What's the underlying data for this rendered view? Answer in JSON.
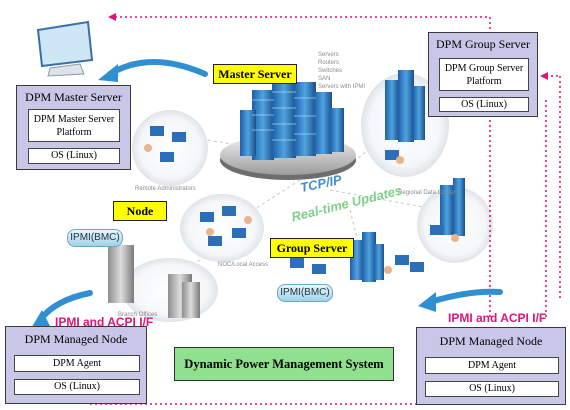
{
  "labels": {
    "master_server": "Master Server",
    "node": "Node",
    "group_server": "Group Server",
    "tcp_ip": "TCP/IP",
    "realtime": "Real-time Updates",
    "ipmi_bmc_left": "IPMI(BMC)",
    "ipmi_bmc_right": "IPMI(BMC)",
    "ipmi_acpi_left": "IPMI and ACPI I/F",
    "ipmi_acpi_right": "IPMI and ACPI I/F",
    "small_servers": "Servers",
    "small_routers": "Routers",
    "small_switches": "Switches",
    "small_san": "SAN",
    "small_ipmi": "Servers with IPMI",
    "remote_admins": "Remote Administrators",
    "regional_dc": "Regional Data Centers",
    "noc": "NOC/Local Access",
    "branch": "Branch Offices"
  },
  "master_panel": {
    "title": "DPM Master Server",
    "platform": "DPM Master Server Platform",
    "os": "OS (Linux)"
  },
  "group_panel": {
    "title": "DPM Group Server",
    "platform": "DPM Group Server Platform",
    "os": "OS (Linux)"
  },
  "managed_left": {
    "title": "DPM Managed Node",
    "agent": "DPM Agent",
    "os": "OS (Linux)"
  },
  "managed_right": {
    "title": "DPM Managed Node",
    "agent": "DPM Agent",
    "os": "OS (Linux)"
  },
  "system_title": "Dynamic Power Management System",
  "colors": {
    "panel": "#c9c7e8",
    "highlight": "#ffff00",
    "system_box": "#8fe08f",
    "arrow_blue": "#2f8fd0",
    "dotted_pink": "#e0157a"
  }
}
